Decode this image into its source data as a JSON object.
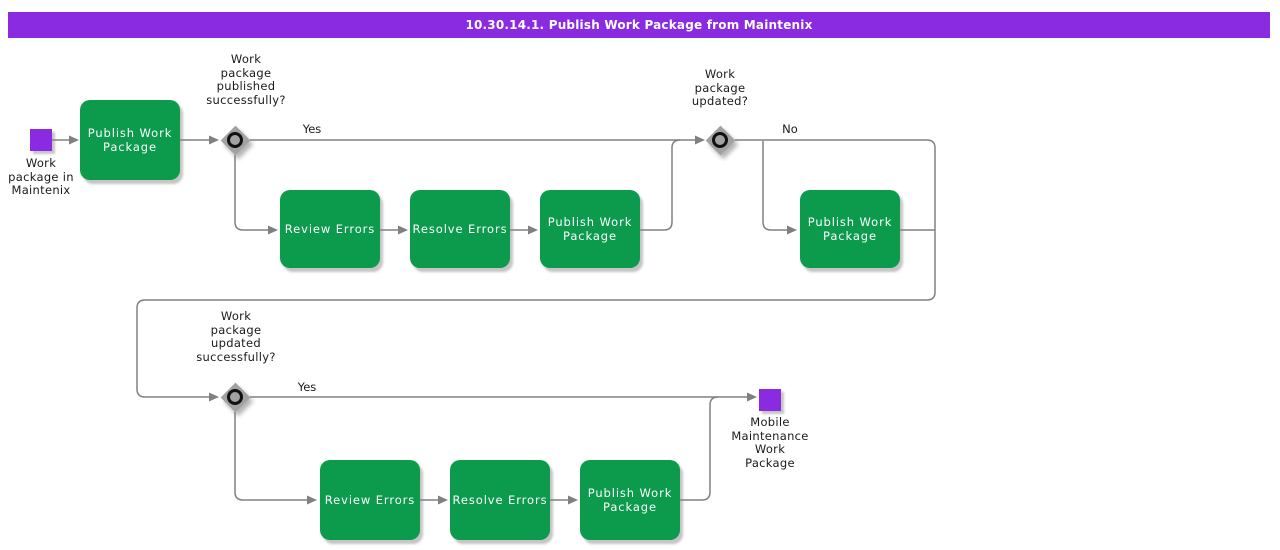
{
  "title_bar": {
    "text": "10.30.14.1. Publish Work Package from Maintenix"
  },
  "colors": {
    "title_bg": "#8A2BE2",
    "activity_green": "#0C9A4D",
    "event_purple": "#8A2BE2",
    "decision_gray": "#A2A2A2",
    "line_gray": "#808080"
  },
  "start_event": {
    "label_lines": [
      "Work",
      "package in",
      "Maintenix"
    ]
  },
  "end_event": {
    "label_lines": [
      "Mobile",
      "Maintenance",
      "Work",
      "Package"
    ]
  },
  "activities": [
    {
      "id": "publish-work-package-1",
      "lines": [
        "Publish Work",
        "Package"
      ]
    },
    {
      "id": "review-errors-1",
      "lines": [
        "Review Errors"
      ]
    },
    {
      "id": "resolve-errors-1",
      "lines": [
        "Resolve Errors"
      ]
    },
    {
      "id": "publish-work-package-2",
      "lines": [
        "Publish Work",
        "Package"
      ]
    },
    {
      "id": "publish-work-package-3",
      "lines": [
        "Publish Work",
        "Package"
      ]
    },
    {
      "id": "review-errors-2",
      "lines": [
        "Review Errors"
      ]
    },
    {
      "id": "resolve-errors-2",
      "lines": [
        "Resolve Errors"
      ]
    },
    {
      "id": "publish-work-package-4",
      "lines": [
        "Publish Work",
        "Package"
      ]
    }
  ],
  "decisions": [
    {
      "id": "published-successfully",
      "question_lines": [
        "Work",
        "package",
        "published",
        "successfully?"
      ]
    },
    {
      "id": "updated",
      "question_lines": [
        "Work",
        "package",
        "updated?"
      ]
    },
    {
      "id": "updated-successfully",
      "question_lines": [
        "Work",
        "package",
        "updated",
        "successfully?"
      ]
    }
  ],
  "edge_labels": {
    "d1_yes": "Yes",
    "d2_no": "No",
    "d3_yes": "Yes"
  }
}
